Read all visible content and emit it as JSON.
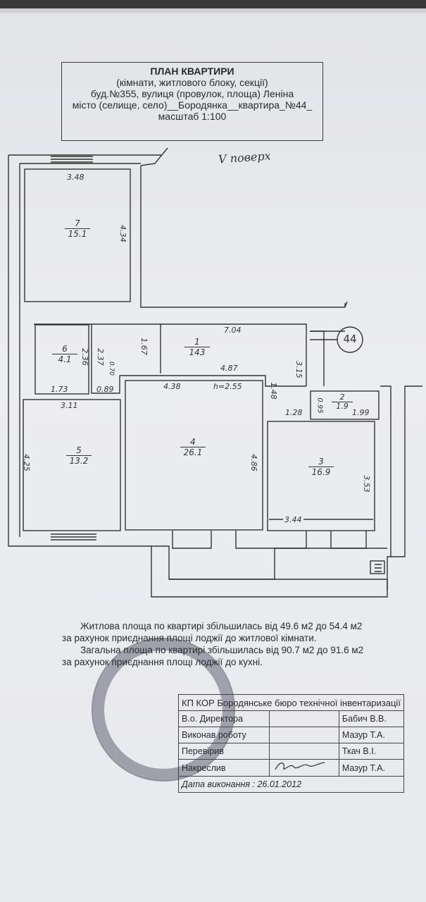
{
  "header": {
    "title": "ПЛАН КВАРТИРИ",
    "subtitle": "(кімнати, житлового блоку, секції)",
    "building_line": "буд.№355, вулиця (провулок, площа) Леніна",
    "city_line": "місто (селище, село)__Бородянка__квартира_№44_",
    "scale": "масштаб 1:100"
  },
  "plan": {
    "floor": "V поверх",
    "apartment_marker": "44",
    "ceiling_height": "h=2.55",
    "rooms": [
      {
        "id": "7",
        "area": "15.1"
      },
      {
        "id": "6",
        "area": "4.1"
      },
      {
        "id": "1",
        "area": "143"
      },
      {
        "id": "5",
        "area": "13.2"
      },
      {
        "id": "4",
        "area": "26.1"
      },
      {
        "id": "2",
        "area": "1.9"
      },
      {
        "id": "3",
        "area": "16.9"
      }
    ],
    "dimensions": {
      "d348": "3.48",
      "d434": "4.34",
      "d704": "7.04",
      "d236": "2.36",
      "d237": "2.37",
      "d167": "1.67",
      "d070": "0.70",
      "d487": "4.87",
      "d315": "3.15",
      "d173": "1.73",
      "d089": "0.89",
      "d438": "4.38",
      "d148": "1.48",
      "d095": "0.95",
      "d128": "1.28",
      "d199": "1.99",
      "d311": "3.11",
      "d425": "4.25",
      "d486": "4.86",
      "d353": "3.53",
      "d344": "3.44"
    }
  },
  "notes": {
    "line1": "Житлова площа по квартирі збільшилась від 49.6 м2 до 54.4 м2",
    "line2": "за рахунок приєднання площі лоджії до житлової кімнати.",
    "line3": "Загальна площа по квартирі збільшилась від 90.7 м2 до 91.6 м2",
    "line4": "за рахунок приєднання площі лоджії до кухні."
  },
  "signatures": {
    "bureau": "КП КОР Бородянське бюро технічної інвентаризації",
    "rows": [
      {
        "role": "В.о. Директора",
        "name": "Бабич В.В."
      },
      {
        "role": "Виконав роботу",
        "name": "Мазур Т.А."
      },
      {
        "role": "Перевірив",
        "name": "Ткач В.І."
      },
      {
        "role": "Накреслив",
        "name": "Мазур Т.А."
      }
    ],
    "date": "Дата виконання :   26.01.2012"
  },
  "colors": {
    "ink": "#2a2a2e",
    "paper": "#e9eaec"
  }
}
